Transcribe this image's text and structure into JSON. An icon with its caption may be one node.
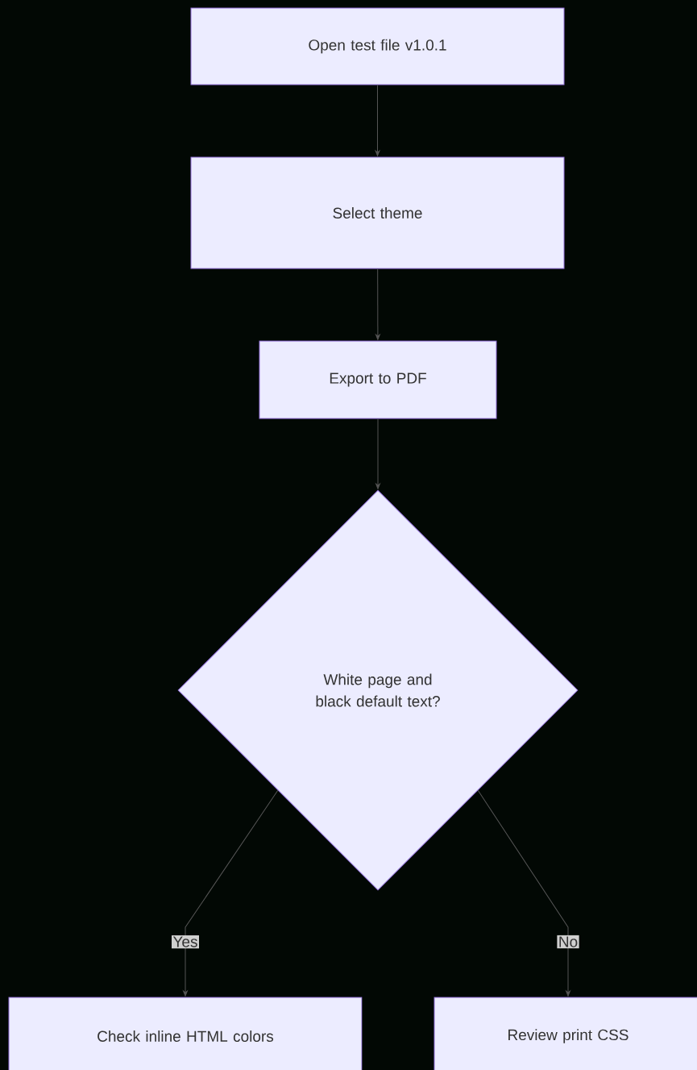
{
  "diagram": {
    "nodes": [
      {
        "text": [
          "Open test file v1.0.1"
        ]
      },
      {
        "text": [
          "Select theme"
        ]
      },
      {
        "text": [
          "Export to PDF"
        ]
      },
      {
        "text": [
          "White page and black default text?"
        ]
      },
      {
        "text": [
          "Check inline HTML colors"
        ]
      },
      {
        "text": [
          "Review print CSS"
        ]
      }
    ],
    "edges": [
      {
        "from": 0,
        "to": 1,
        "arrow": "to"
      },
      {
        "from": 1,
        "to": 2,
        "arrow": "to"
      },
      {
        "from": 2,
        "to": 3,
        "arrow": "to"
      },
      {
        "from": 3,
        "to": 4,
        "arrow": "to",
        "label": "Yes"
      },
      {
        "from": 3,
        "to": 5,
        "arrow": "to",
        "label": "No"
      }
    ]
  }
}
